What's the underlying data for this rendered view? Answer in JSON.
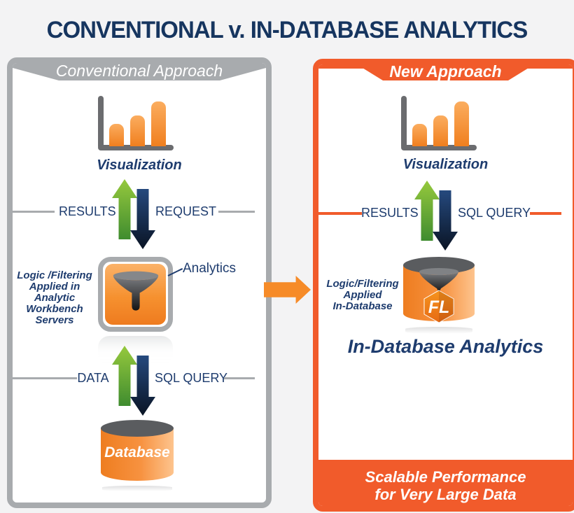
{
  "title": "CONVENTIONAL v. IN-DATABASE ANALYTICS",
  "colors": {
    "background": "#F3F3F4",
    "title_navy": "#16355F",
    "navy": "#1E3C6E",
    "gray": "#A8ABAE",
    "dark_gray": "#6B6C6F",
    "orange": "#F15B2B",
    "orange_bright": "#F68B28",
    "green": "#6FBC3F",
    "arrow_navy": "#12264A",
    "white": "#FFFFFF"
  },
  "left_panel": {
    "header": "Conventional Approach",
    "visualization_label": "Visualization",
    "results_label": "RESULTS",
    "request_label": "REQUEST",
    "note_lines": [
      "Logic /Filtering",
      "Applied in",
      "Analytic",
      "Workbench",
      "Servers"
    ],
    "analytics_label": "Analytics",
    "data_label": "DATA",
    "sql_query_label": "SQL QUERY",
    "database_label": "Database"
  },
  "right_panel": {
    "header": "New Approach",
    "visualization_label": "Visualization",
    "results_label": "RESULTS",
    "sql_query_label": "SQL QUERY",
    "note_lines": [
      "Logic/Filtering",
      "Applied",
      "In-Database"
    ],
    "logo_text": "FL",
    "caption": "In-Database Analytics",
    "footer_line1": "Scalable Performance",
    "footer_line2": "for Very Large Data"
  }
}
